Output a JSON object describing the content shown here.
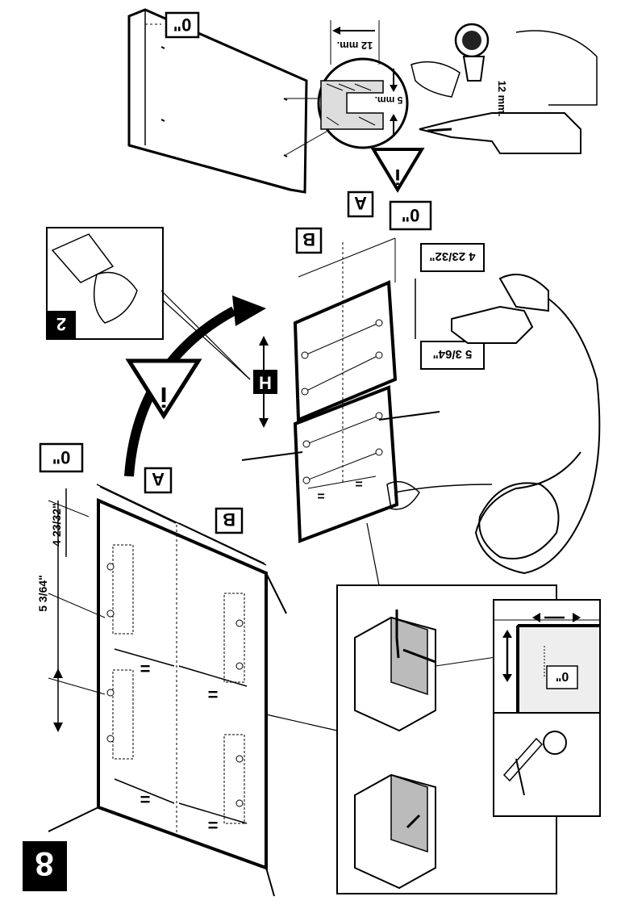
{
  "page": {
    "step_number": "8",
    "inset_number": "2",
    "info_symbol": "i",
    "icons": [
      "info-triangle-icon",
      "arrow-icon",
      "drill-icon",
      "pencil-icon",
      "tape-measure-icon"
    ]
  },
  "labels": {
    "zero_mark": "0\"",
    "zero_mark_small": "0\"",
    "letter_a": "A",
    "letter_b": "B",
    "letter_h": "H",
    "equal_sign": "=",
    "dim_12mm": "12 mm.",
    "dim_5mm": "5 mm.",
    "dim_5_3_64": "5 3/64\"",
    "dim_4_23_32": "4 23/32\""
  }
}
